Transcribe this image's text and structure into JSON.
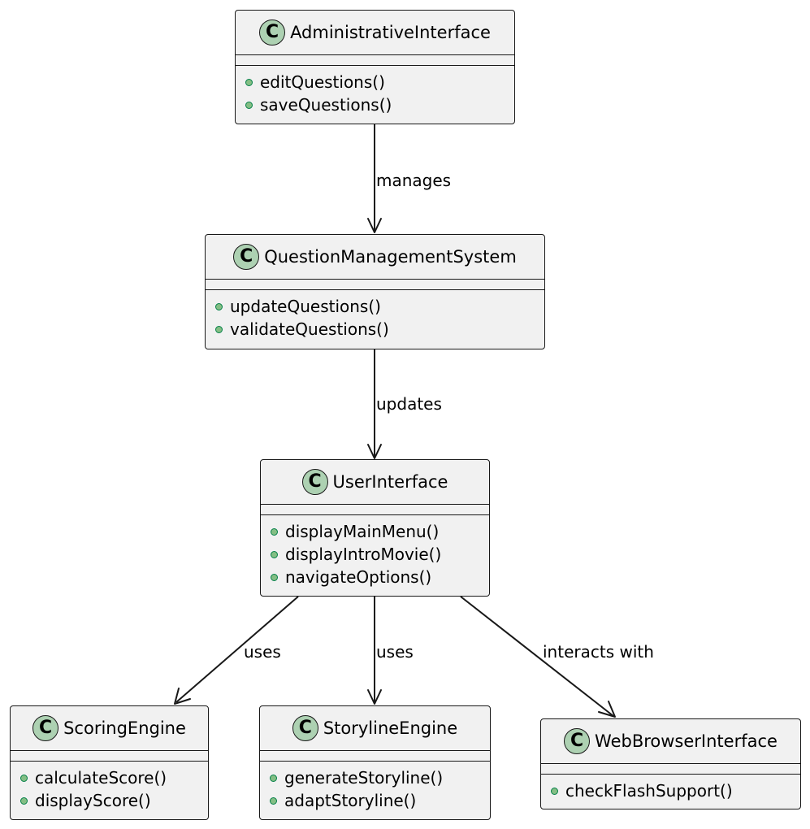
{
  "classes": {
    "admin": {
      "icon": "C",
      "name": "AdministrativeInterface",
      "methods": [
        "editQuestions()",
        "saveQuestions()"
      ]
    },
    "qms": {
      "icon": "C",
      "name": "QuestionManagementSystem",
      "methods": [
        "updateQuestions()",
        "validateQuestions()"
      ]
    },
    "ui": {
      "icon": "C",
      "name": "UserInterface",
      "methods": [
        "displayMainMenu()",
        "displayIntroMovie()",
        "navigateOptions()"
      ]
    },
    "scoring": {
      "icon": "C",
      "name": "ScoringEngine",
      "methods": [
        "calculateScore()",
        "displayScore()"
      ]
    },
    "storyline": {
      "icon": "C",
      "name": "StorylineEngine",
      "methods": [
        "generateStoryline()",
        "adaptStoryline()"
      ]
    },
    "web": {
      "icon": "C",
      "name": "WebBrowserInterface",
      "methods": [
        "checkFlashSupport()"
      ]
    }
  },
  "edges": {
    "admin_qms": "manages",
    "qms_ui": "updates",
    "ui_scoring": "uses",
    "ui_storyline": "uses",
    "ui_web": "interacts with"
  },
  "colors": {
    "class_fill": "#f1f1f1",
    "border": "#181818",
    "class_icon": "#add1b2",
    "public_method_dot": "#84be84"
  }
}
